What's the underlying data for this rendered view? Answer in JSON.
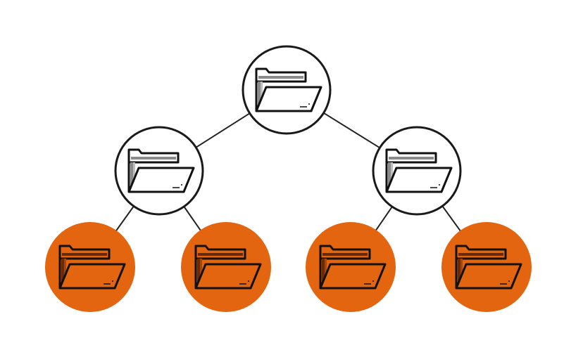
{
  "diagram": {
    "type": "folder-tree",
    "colors": {
      "background": "#ffffff",
      "outline": "#1a1a1a",
      "edge": "#222222",
      "inner_fill": "#ffffff",
      "leaf_fill": "#e3650f"
    },
    "nodes": [
      {
        "id": "root",
        "level": 0,
        "kind": "inner",
        "icon": "open-folder-icon"
      },
      {
        "id": "left-child",
        "level": 1,
        "kind": "inner",
        "parent": "root",
        "icon": "open-folder-icon"
      },
      {
        "id": "right-child",
        "level": 1,
        "kind": "inner",
        "parent": "root",
        "icon": "open-folder-icon"
      },
      {
        "id": "leaf-1",
        "level": 2,
        "kind": "leaf",
        "parent": "left-child",
        "icon": "open-folder-icon"
      },
      {
        "id": "leaf-2",
        "level": 2,
        "kind": "leaf",
        "parent": "left-child",
        "icon": "open-folder-icon"
      },
      {
        "id": "leaf-3",
        "level": 2,
        "kind": "leaf",
        "parent": "right-child",
        "icon": "open-folder-icon"
      },
      {
        "id": "leaf-4",
        "level": 2,
        "kind": "leaf",
        "parent": "right-child",
        "icon": "open-folder-icon"
      }
    ]
  }
}
